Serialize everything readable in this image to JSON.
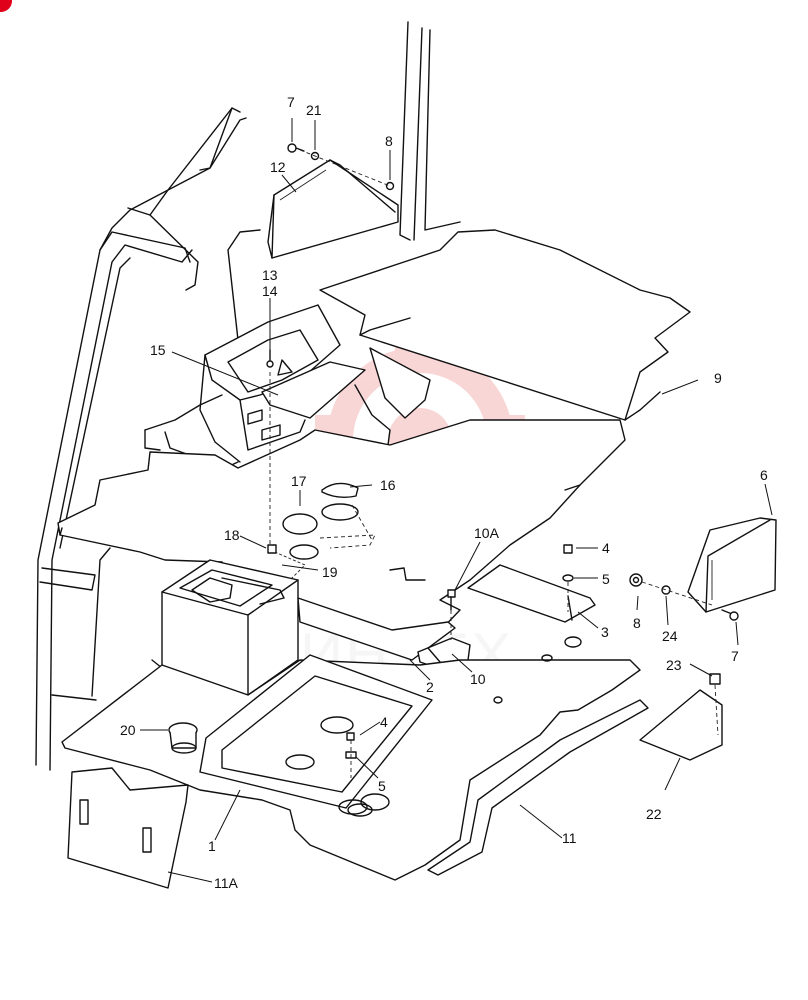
{
  "callouts": [
    {
      "id": "c7a",
      "text": "7"
    },
    {
      "id": "c21",
      "text": "21"
    },
    {
      "id": "c8a",
      "text": "8"
    },
    {
      "id": "c12",
      "text": "12"
    },
    {
      "id": "c13",
      "text": "13"
    },
    {
      "id": "c14",
      "text": "14"
    },
    {
      "id": "c15",
      "text": "15"
    },
    {
      "id": "c9",
      "text": "9"
    },
    {
      "id": "c6",
      "text": "6"
    },
    {
      "id": "c17",
      "text": "17"
    },
    {
      "id": "c16",
      "text": "16"
    },
    {
      "id": "c18",
      "text": "18"
    },
    {
      "id": "c19",
      "text": "19"
    },
    {
      "id": "c10a",
      "text": "10A"
    },
    {
      "id": "c4a",
      "text": "4"
    },
    {
      "id": "c5a",
      "text": "5"
    },
    {
      "id": "c8b",
      "text": "8"
    },
    {
      "id": "c24",
      "text": "24"
    },
    {
      "id": "c7b",
      "text": "7"
    },
    {
      "id": "c3",
      "text": "3"
    },
    {
      "id": "c2",
      "text": "2"
    },
    {
      "id": "c10",
      "text": "10"
    },
    {
      "id": "c23",
      "text": "23"
    },
    {
      "id": "c20",
      "text": "20"
    },
    {
      "id": "c4b",
      "text": "4"
    },
    {
      "id": "c5b",
      "text": "5"
    },
    {
      "id": "c22",
      "text": "22"
    },
    {
      "id": "c1",
      "text": "1"
    },
    {
      "id": "c11",
      "text": "11"
    },
    {
      "id": "c11a",
      "text": "11A"
    }
  ],
  "watermark": {
    "text": "ИНТЕХ",
    "color": "#e84a4a"
  },
  "colors": {
    "ink": "#111111",
    "corner_badge": "#e0001b"
  }
}
